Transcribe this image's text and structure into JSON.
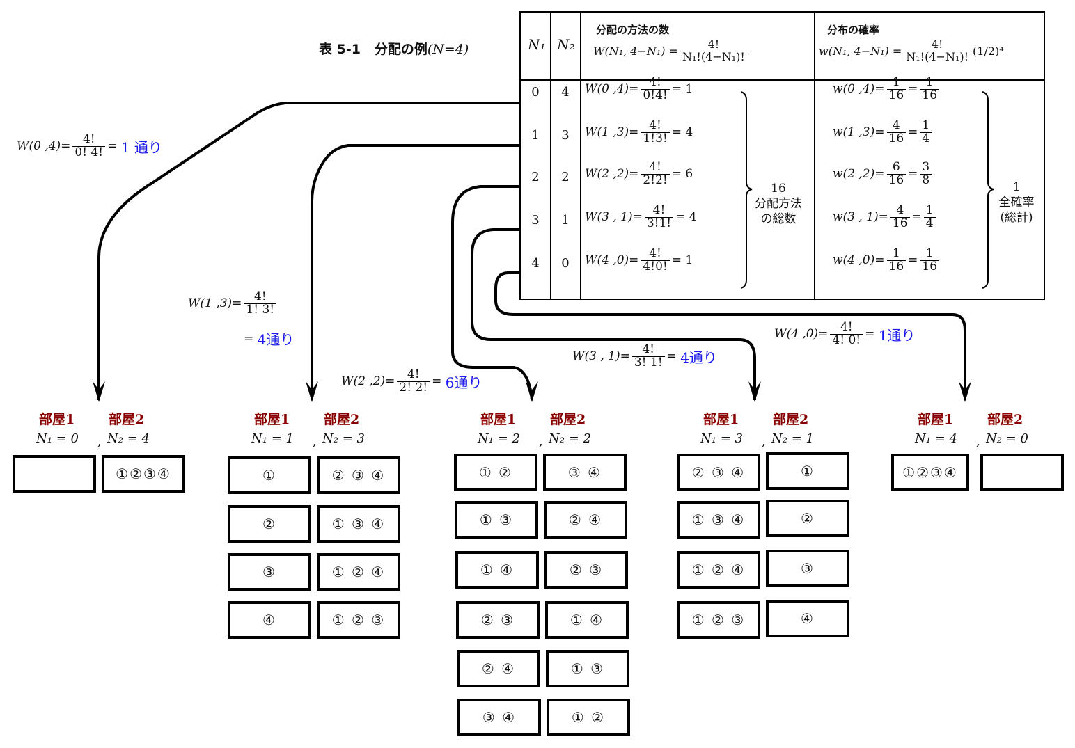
{
  "caption": {
    "label": "表 5-1",
    "title": "分配の例",
    "condition": "(N=4)"
  },
  "table": {
    "headers": {
      "n1": "N₁",
      "n2": "N₂",
      "ways_title": "分配の方法の数",
      "ways_formula_lhs": "W(N₁, 4−N₁) =",
      "ways_formula_num": "4!",
      "ways_formula_den": "N₁!(4−N₁)!",
      "prob_title": "分布の確率",
      "prob_formula_lhs": "w(N₁, 4−N₁) =",
      "prob_formula_num": "4!",
      "prob_formula_den": "N₁!(4−N₁)!",
      "prob_formula_tail": "(1/2)⁴"
    },
    "rows": [
      {
        "n1": "0",
        "n2": "4",
        "W_lhs": "W(0 ,4)=",
        "W_num": "4!",
        "W_den": "0!4!",
        "W_val": "= 1",
        "w_lhs": "w(0 ,4)=",
        "w_num": "1",
        "w_den": "16",
        "w_rnum": "1",
        "w_rden": "16"
      },
      {
        "n1": "1",
        "n2": "3",
        "W_lhs": "W(1 ,3)=",
        "W_num": "4!",
        "W_den": "1!3!",
        "W_val": "= 4",
        "w_lhs": "w(1 ,3)=",
        "w_num": "4",
        "w_den": "16",
        "w_rnum": "1",
        "w_rden": "4"
      },
      {
        "n1": "2",
        "n2": "2",
        "W_lhs": "W(2 ,2)=",
        "W_num": "4!",
        "W_den": "2!2!",
        "W_val": "= 6",
        "w_lhs": "w(2 ,2)=",
        "w_num": "6",
        "w_den": "16",
        "w_rnum": "3",
        "w_rden": "8"
      },
      {
        "n1": "3",
        "n2": "1",
        "W_lhs": "W(3 , 1)=",
        "W_num": "4!",
        "W_den": "3!1!",
        "W_val": "= 4",
        "w_lhs": "w(3 , 1)=",
        "w_num": "4",
        "w_den": "16",
        "w_rnum": "1",
        "w_rden": "4"
      },
      {
        "n1": "4",
        "n2": "0",
        "W_lhs": "W(4 ,0)=",
        "W_num": "4!",
        "W_den": "4!0!",
        "W_val": "= 1",
        "w_lhs": "w(4 ,0)=",
        "w_num": "1",
        "w_den": "16",
        "w_rnum": "1",
        "w_rden": "16"
      }
    ],
    "ways_total": {
      "value": "16",
      "label_line1": "分配方法",
      "label_line2": "の総数"
    },
    "prob_total": {
      "value": "1",
      "label_line1": "全確率",
      "label_line2": "(総計)"
    }
  },
  "annotations": [
    {
      "lhs": "W(0 ,4)=",
      "num": "4!",
      "den": "0! 4!",
      "eq": "=",
      "result": "1 通り"
    },
    {
      "lhs": "W(1 ,3)=",
      "num": "4!",
      "den": "1! 3!",
      "eq": "=",
      "result": "4通り"
    },
    {
      "lhs": "W(2 ,2)=",
      "num": "4!",
      "den": "2! 2!",
      "eq": "=",
      "result": "6通り"
    },
    {
      "lhs": "W(3 , 1)=",
      "num": "4!",
      "den": "3! 1!",
      "eq": "=",
      "result": "4通り"
    },
    {
      "lhs": "W(4 ,0)=",
      "num": "4!",
      "den": "4! 0!",
      "eq": "=",
      "result": "1通り"
    }
  ],
  "groups": [
    {
      "room1": "部屋1",
      "room2": "部屋2",
      "n1": "N₁ = 0",
      "n2": "N₂ = 4",
      "pairs": [
        [
          "",
          "①②③④"
        ]
      ]
    },
    {
      "room1": "部屋1",
      "room2": "部屋2",
      "n1": "N₁ = 1",
      "n2": "N₂ = 3",
      "pairs": [
        [
          "①",
          "② ③ ④"
        ],
        [
          "②",
          "① ③ ④"
        ],
        [
          "③",
          "① ② ④"
        ],
        [
          "④",
          "① ② ③"
        ]
      ]
    },
    {
      "room1": "部屋1",
      "room2": "部屋2",
      "n1": "N₁ = 2",
      "n2": "N₂ = 2",
      "pairs": [
        [
          "①  ②",
          "③  ④"
        ],
        [
          "①  ③",
          "②  ④"
        ],
        [
          "①  ④",
          "②  ③"
        ],
        [
          "②  ③",
          "①  ④"
        ],
        [
          "②  ④",
          "①  ③"
        ],
        [
          "③  ④",
          "①  ②"
        ]
      ]
    },
    {
      "room1": "部屋1",
      "room2": "部屋2",
      "n1": "N₁ = 3",
      "n2": "N₂ = 1",
      "pairs": [
        [
          "② ③ ④",
          "①"
        ],
        [
          "① ③ ④",
          "②"
        ],
        [
          "① ② ④",
          "③"
        ],
        [
          "① ② ③",
          "④"
        ]
      ]
    },
    {
      "room1": "部屋1",
      "room2": "部屋2",
      "n1": "N₁ = 4",
      "n2": "N₂ = 0",
      "pairs": [
        [
          "①②③④",
          ""
        ]
      ]
    }
  ],
  "colors": {
    "room_title": "#8b0000",
    "result_text": "#1a1aee",
    "lines": "#000000"
  }
}
